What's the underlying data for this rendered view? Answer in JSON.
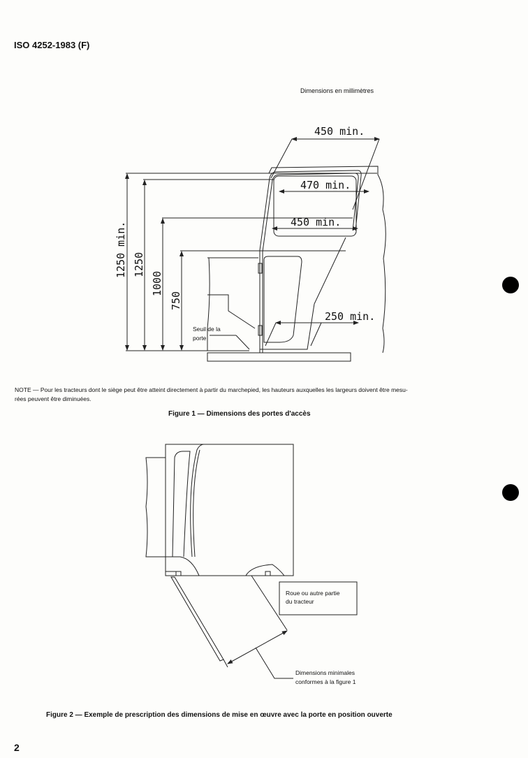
{
  "header": {
    "title": "ISO 4252-1983 (F)"
  },
  "dimensions_note": "Dimensions en millimètres",
  "figure1": {
    "labels": {
      "top_width": "450 min.",
      "window_width": "470 min.",
      "mid_width": "450 min.",
      "bottom_width": "250 min.",
      "h_1250_min": "1250 min.",
      "h_1250": "1250",
      "h_1000": "1000",
      "h_750": "750",
      "threshold_line1": "Seuil de la",
      "threshold_line2": "porte"
    },
    "note_line1": "NOTE — Pour les tracteurs dont le siège peut être atteint directement à partir du marchepied, les hauteurs auxquelles les largeurs doivent être mesu-",
    "note_line2": "rées peuvent être diminuées.",
    "caption": "Figure 1 — Dimensions des portes d'accès"
  },
  "figure2": {
    "labels": {
      "wheel_line1": "Roue ou autre partie",
      "wheel_line2": "du tracteur",
      "dims_line1": "Dimensions minimales",
      "dims_line2": "conformes à la figure 1"
    },
    "caption": "Figure 2 — Exemple de prescription des dimensions de mise en œuvre avec la porte en position ouverte"
  },
  "page_number": "2"
}
